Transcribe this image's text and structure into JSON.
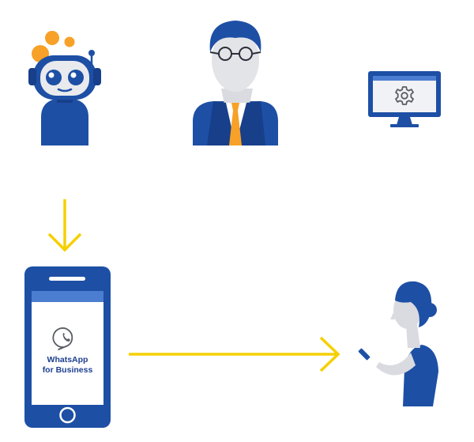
{
  "phone": {
    "app_line1": "WhatsApp",
    "app_line2": "for Business"
  },
  "icons": {
    "bot": "chatbot-avatar",
    "agent": "agent-with-glasses",
    "computer": "monitor-settings",
    "phone": "smartphone-whatsapp",
    "customer": "woman-using-phone"
  },
  "colors": {
    "blue": "#1d4fa5",
    "dark_blue": "#173f8a",
    "orange": "#f7a128",
    "yellow": "#f5d000",
    "skin": "#dadbe0",
    "gray": "#c8c9d0"
  },
  "flow": [
    {
      "from": "chatbot-avatar",
      "to": "smartphone-whatsapp",
      "direction": "down"
    },
    {
      "from": "smartphone-whatsapp",
      "to": "woman-using-phone",
      "direction": "right"
    }
  ]
}
